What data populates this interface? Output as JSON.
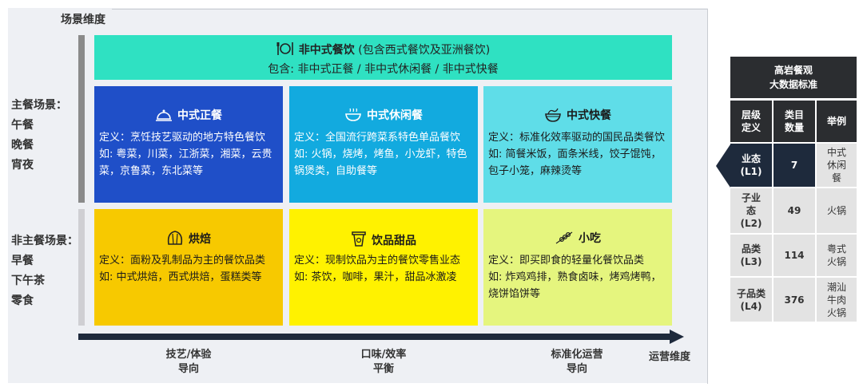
{
  "axis": {
    "scene_title": "场景维度",
    "ops_title": "运营维度",
    "x_labels": [
      {
        "line1": "技艺/体验",
        "line2": "导向"
      },
      {
        "line1": "口味/效率",
        "line2": "平衡"
      },
      {
        "line1": "标准化运营",
        "line2": "导向"
      }
    ]
  },
  "scenes": {
    "main": {
      "title": "主餐场景：",
      "items": [
        "午餐",
        "晚餐",
        "宵夜"
      ]
    },
    "secondary": {
      "title": "非主餐场景：",
      "items": [
        "早餐",
        "下午茶",
        "零食"
      ]
    }
  },
  "top_band": {
    "title": "非中式餐饮",
    "subtitle": "(包含西式餐饮及亚洲餐饮)",
    "includes": "包含: 非中式正餐 / 非中式休闲餐 / 非中式快餐",
    "icon": "fork-knife-plate-icon",
    "color": "#2fe1c2"
  },
  "cards": [
    {
      "name": "中式正餐",
      "icon": "cloche-icon",
      "bg": "#1f4fc8",
      "fg": "#ffffff",
      "definition": "定义：烹饪技艺驱动的地方特色餐饮",
      "examples": "如: 粤菜，川菜，江浙菜，湘菜，云贵菜，京鲁菜，东北菜等"
    },
    {
      "name": "中式休闲餐",
      "icon": "hotpot-icon",
      "bg": "#12aadf",
      "fg": "#ffffff",
      "definition": "定义：全国流行跨菜系特色单品餐饮",
      "examples": "如: 火锅，烧烤，烤鱼，小龙虾，特色锅煲类，自助餐等"
    },
    {
      "name": "中式快餐",
      "icon": "noodle-bowl-icon",
      "bg": "#5fdde8",
      "fg": "#1a1a1a",
      "definition": "定义：标准化效率驱动的国民品类餐饮",
      "examples": "如: 简餐米饭，面条米线，饺子馄饨，包子小笼，麻辣烫等"
    },
    {
      "name": "烘焙",
      "icon": "croissant-icon",
      "bg": "#f7c900",
      "fg": "#1a1a1a",
      "definition": "定义：面粉及乳制品为主的餐饮品类",
      "examples": "如: 中式烘焙，西式烘焙，蛋糕类等"
    },
    {
      "name": "饮品甜品",
      "icon": "drink-cup-icon",
      "bg": "#fff200",
      "fg": "#1a1a1a",
      "definition": "定义：现制饮品为主的餐饮零售业态",
      "examples": "如: 茶饮，咖啡，果汁，甜品冰激凌"
    },
    {
      "name": "小吃",
      "icon": "skewer-icon",
      "bg": "#e5f57e",
      "fg": "#1a1a1a",
      "definition": "定义：即买即食的轻量化餐饮品类",
      "examples": "如: 炸鸡鸡排，熟食卤味，烤鸡烤鸭，烧饼馅饼等"
    }
  ],
  "table": {
    "title_line1": "高岩餐观",
    "title_line2": "大数据标准",
    "headers": [
      "层级定义",
      "类目数量",
      "举例"
    ],
    "rows": [
      {
        "level": "业态(L1)",
        "count": "7",
        "example": "中式休闲餐"
      },
      {
        "level": "子业态(L2)",
        "count": "49",
        "example": "火锅"
      },
      {
        "level": "品类(L3)",
        "count": "114",
        "example": "粤式火锅"
      },
      {
        "level": "子品类(L4)",
        "count": "376",
        "example": "潮汕牛肉火锅"
      }
    ]
  }
}
